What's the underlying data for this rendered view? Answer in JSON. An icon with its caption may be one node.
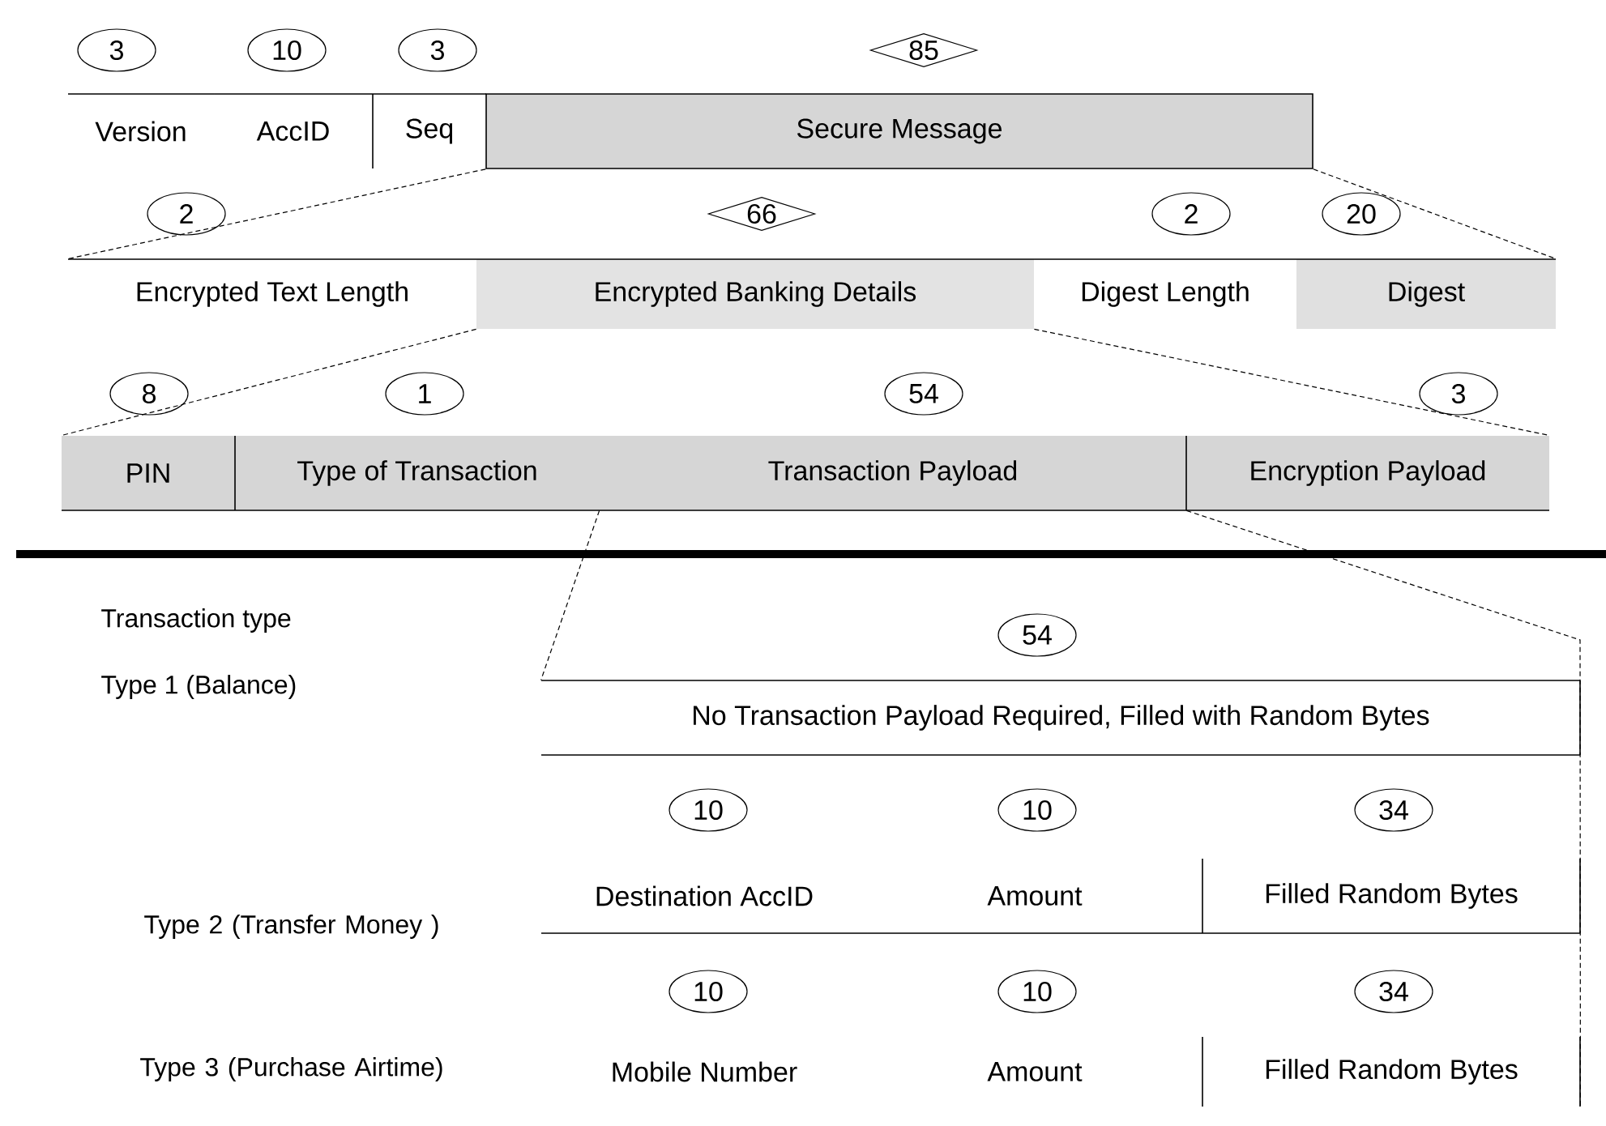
{
  "diagram": {
    "nodes": [
      {
        "text": [
          "3"
        ]
      },
      {
        "text": [
          "10"
        ]
      },
      {
        "text": [
          "3"
        ]
      },
      {
        "text": [
          "85"
        ]
      },
      {
        "text": [
          "Version"
        ]
      },
      {
        "text": [
          "AccID"
        ]
      },
      {
        "text": [
          "Seq"
        ]
      },
      {
        "text": [
          "Secure Message"
        ]
      },
      {
        "text": [
          "2"
        ]
      },
      {
        "text": [
          "66"
        ]
      },
      {
        "text": [
          "2"
        ]
      },
      {
        "text": [
          "20"
        ]
      },
      {
        "text": [
          "Encrypted Text Length"
        ]
      },
      {
        "text": [
          "Encrypted Banking Details"
        ]
      },
      {
        "text": [
          "Digest Length"
        ]
      },
      {
        "text": [
          "Digest"
        ]
      },
      {
        "text": [
          "8"
        ]
      },
      {
        "text": [
          "1"
        ]
      },
      {
        "text": [
          "54"
        ]
      },
      {
        "text": [
          "3"
        ]
      },
      {
        "text": [
          "PIN"
        ]
      },
      {
        "text": [
          "Type of Transaction"
        ]
      },
      {
        "text": [
          "Transaction Payload"
        ]
      },
      {
        "text": [
          "Encryption Payload"
        ]
      },
      {
        "text": [
          "54"
        ]
      },
      {
        "text": [
          "No Transaction Payload Required, Filled with Random Bytes"
        ]
      },
      {
        "text": [
          "10"
        ]
      },
      {
        "text": [
          "10"
        ]
      },
      {
        "text": [
          "34"
        ]
      },
      {
        "text": [
          "Destination AccID"
        ]
      },
      {
        "text": [
          "Amount"
        ]
      },
      {
        "text": [
          "Filled Random Bytes"
        ]
      },
      {
        "text": [
          "10"
        ]
      },
      {
        "text": [
          "10"
        ]
      },
      {
        "text": [
          "34"
        ]
      },
      {
        "text": [
          "Mobile Number"
        ]
      },
      {
        "text": [
          "Amount"
        ]
      },
      {
        "text": [
          "Filled Random Bytes"
        ]
      }
    ],
    "edges": [
      {
        "from": 7,
        "to": 12,
        "arrow": "none",
        "style": "dashed"
      },
      {
        "from": 7,
        "to": 15,
        "arrow": "none",
        "style": "dashed"
      },
      {
        "from": 13,
        "to": 20,
        "arrow": "none",
        "style": "dashed"
      },
      {
        "from": 13,
        "to": 23,
        "arrow": "none",
        "style": "dashed"
      },
      {
        "from": 22,
        "to": 25,
        "arrow": "none",
        "style": "dashed"
      },
      {
        "from": 22,
        "to": 37,
        "arrow": "none",
        "style": "dashed"
      }
    ],
    "labels": [
      "Transaction type",
      "Type 1 (Balance)",
      "Type 2 (Transfer Money )",
      "Type 3 (Purchase Airtime)"
    ]
  }
}
